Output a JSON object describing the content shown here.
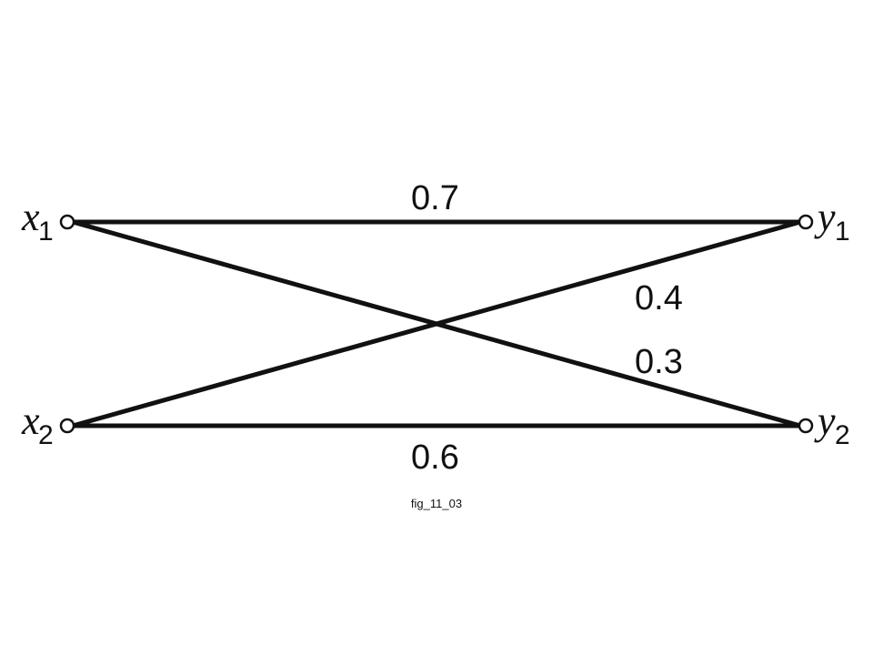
{
  "inputs": [
    {
      "base": "x",
      "sub": "1"
    },
    {
      "base": "x",
      "sub": "2"
    }
  ],
  "outputs": [
    {
      "base": "y",
      "sub": "1"
    },
    {
      "base": "y",
      "sub": "2"
    }
  ],
  "transitions": [
    {
      "from": "x1",
      "to": "y1",
      "label": "0.7"
    },
    {
      "from": "x2",
      "to": "y1",
      "label": "0.4"
    },
    {
      "from": "x1",
      "to": "y2",
      "label": "0.3"
    },
    {
      "from": "x2",
      "to": "y2",
      "label": "0.6"
    }
  ],
  "caption": "fig_11_03",
  "colors": {
    "stroke": "#111111",
    "background": "#ffffff"
  }
}
